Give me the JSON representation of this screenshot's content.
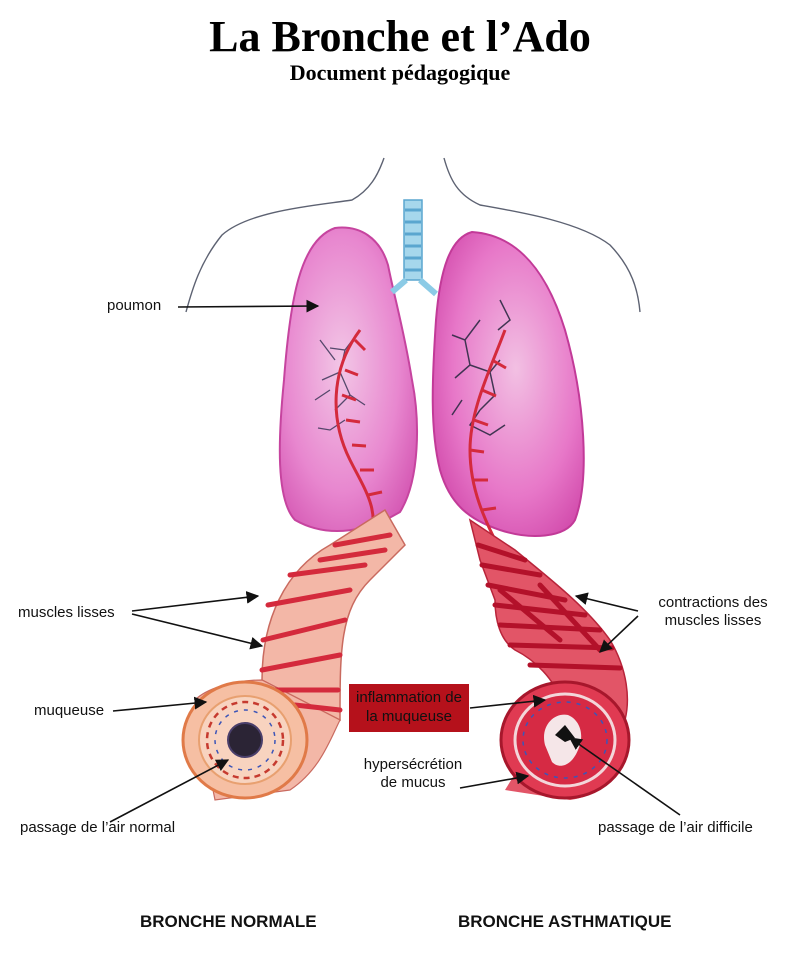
{
  "title": "La Bronche et l’Ado",
  "subtitle": "Document pédagogique",
  "labels": {
    "poumon": "poumon",
    "muscles_lisses": "muscles lisses",
    "muqueuse": "muqueuse",
    "passage_normal": "passage de l’air normal",
    "contractions_line1": "contractions des",
    "contractions_line2": "muscles lisses",
    "inflammation_line1": "inflammation de",
    "inflammation_line2": "la muqueuse",
    "hypersecretion_line1": "hypersécrétion",
    "hypersecretion_line2": "de mucus",
    "passage_difficile": "passage de l’air difficile"
  },
  "captions": {
    "left": "BRONCHE NORMALE",
    "right": "BRONCHE ASTHMATIQUE"
  },
  "colors": {
    "lung": "#e87ac8",
    "lung_dark": "#c9439f",
    "muscle": "#d42a3c",
    "normal_tube": "#f1b3a2",
    "asthma_tube": "#df4257",
    "trachea": "#6db6d8",
    "inflammation_box": "#b5111b"
  }
}
